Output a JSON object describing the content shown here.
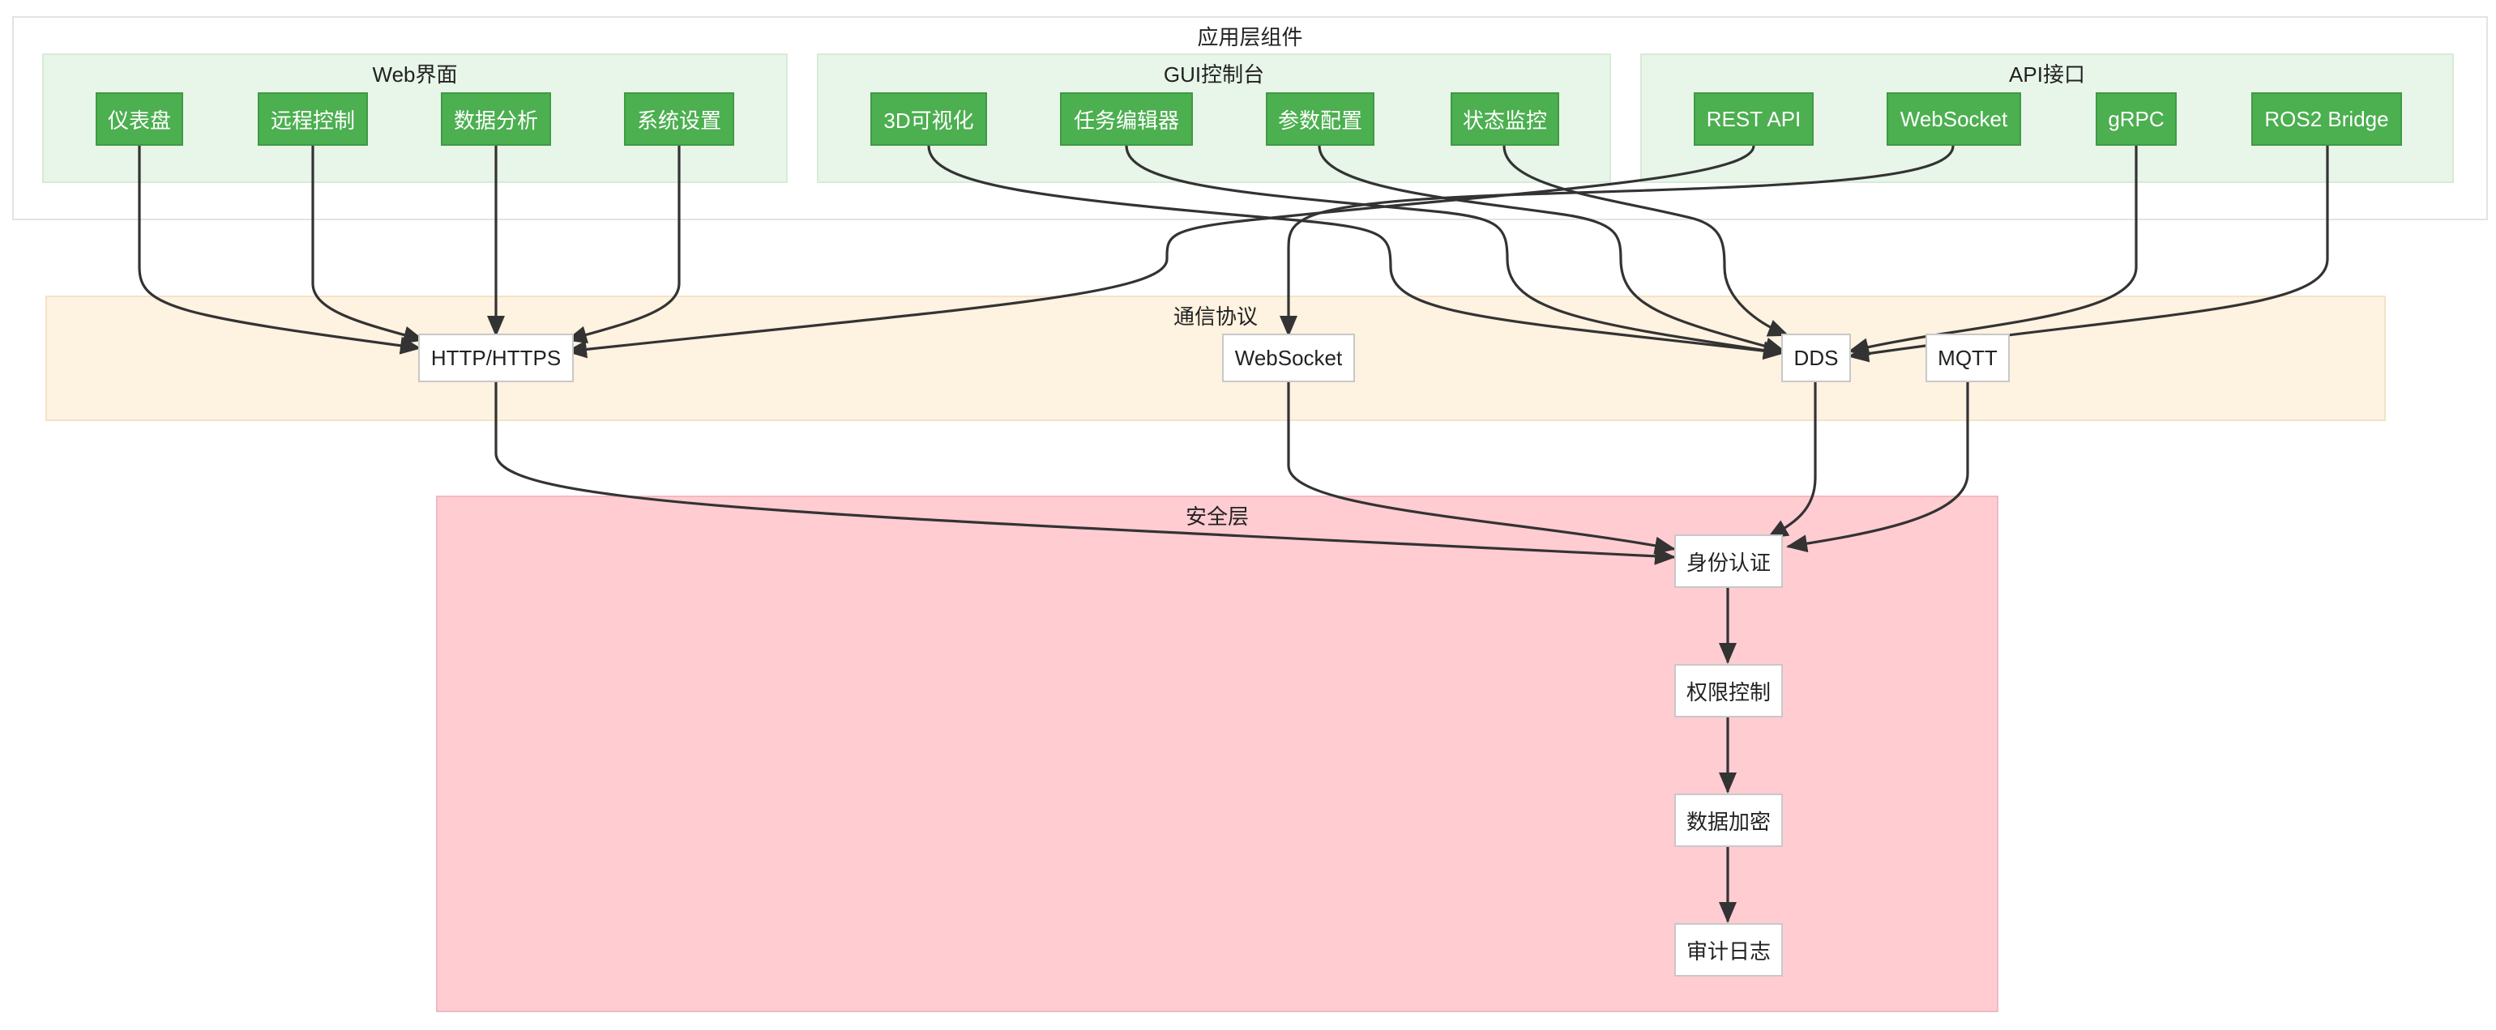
{
  "clusters": {
    "app_layer": "应用层组件",
    "web_ui": "Web界面",
    "gui_console": "GUI控制台",
    "api": "API接口",
    "protocols": "通信协议",
    "security": "安全层"
  },
  "nodes": {
    "dashboard": "仪表盘",
    "remote_control": "远程控制",
    "data_analysis": "数据分析",
    "system_settings": "系统设置",
    "viz3d": "3D可视化",
    "task_editor": "任务编辑器",
    "param_config": "参数配置",
    "status_monitor": "状态监控",
    "rest_api": "REST API",
    "websocket_api": "WebSocket",
    "grpc": "gRPC",
    "ros2_bridge": "ROS2 Bridge",
    "http": "HTTP/HTTPS",
    "websocket_proto": "WebSocket",
    "dds": "DDS",
    "mqtt": "MQTT",
    "auth": "身份认证",
    "access_control": "权限控制",
    "encryption": "数据加密",
    "audit_log": "审计日志"
  },
  "colors": {
    "node_green": "#4caf50",
    "cluster_green": "#e8f5e9",
    "cluster_orange": "#fef2e0",
    "cluster_pink": "#ffccd2",
    "edge": "#333333"
  }
}
